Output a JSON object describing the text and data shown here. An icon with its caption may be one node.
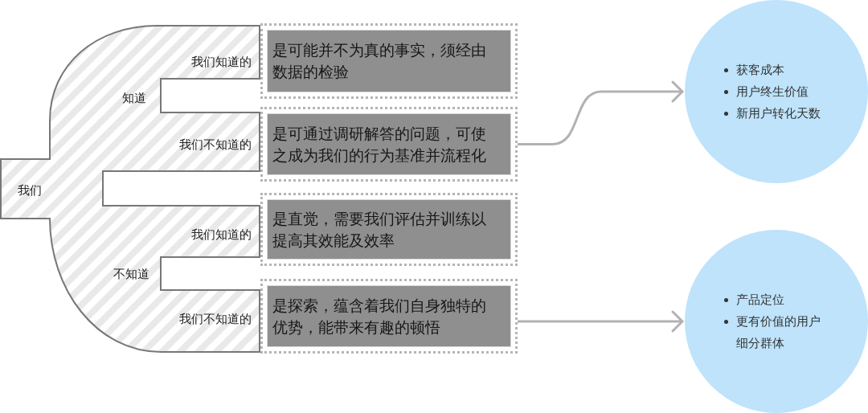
{
  "diagram": {
    "nodes": [
      {
        "text": [
          "我们知道的",
          "知道",
          "我们不知道的",
          "我们",
          "我们知道的",
          "不知道",
          "我们不知道的"
        ]
      },
      {
        "text": [
          "是可能并不为真的事实，须经由数据的检验"
        ]
      },
      {
        "text": [
          "是可通过调研解答的问题，可使之成为我们的行为基准并流程化"
        ]
      },
      {
        "text": [
          "是直觉，需要我们评估并训练以提高其效能及效率"
        ]
      },
      {
        "text": [
          "是探索，蕴含着我们自身独特的优势，能带来有趣的顿悟"
        ]
      },
      {
        "text": [
          "获客成本",
          "用户终生价值",
          "新用户转化天数"
        ]
      },
      {
        "text": [
          "产品定位",
          "更有价值的用户细分群体"
        ]
      }
    ],
    "edges": [
      {
        "from": 2,
        "to": 5,
        "arrow": "to"
      },
      {
        "from": 4,
        "to": 6,
        "arrow": "to"
      }
    ]
  }
}
